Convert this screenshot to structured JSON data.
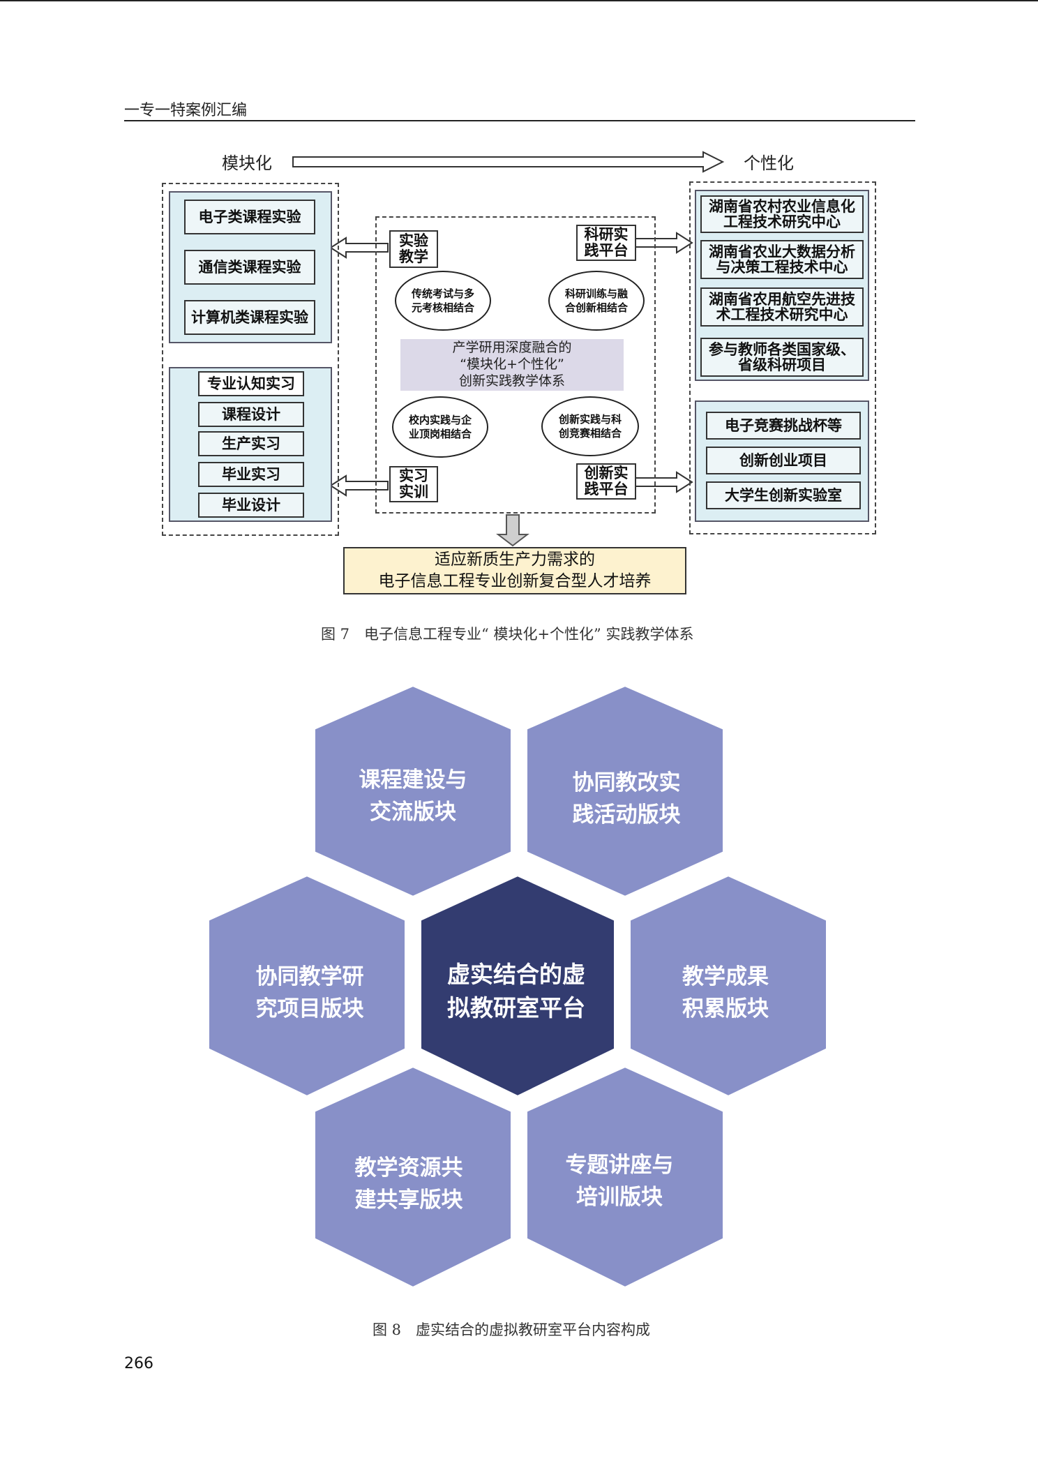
{
  "running_header": "一专一特案例汇编",
  "figure7": {
    "axis_left": "模块化",
    "axis_right": "个性化",
    "left_courses": [
      "电子类课程实验",
      "通信类课程实验",
      "计算机类课程实验"
    ],
    "left_practice": [
      "专业认知实习",
      "课程设计",
      "生产实习",
      "毕业实习",
      "毕业设计"
    ],
    "tag_experiment": "实验\n教学",
    "tag_training": "实习\n实训",
    "tag_research_platform": "科研实\n践平台",
    "tag_innovation_platform": "创新实\n践平台",
    "ellipses": {
      "top_left": "传统考试与多\n元考核相结合",
      "top_right": "科研训练与融\n合创新相结合",
      "bottom_left": "校内实践与企\n业顶岗相结合",
      "bottom_right": "创新实践与科\n创竞赛相结合"
    },
    "center_text": "产学研用深度融合的\n“模块化+个性化”\n创新实践教学体系",
    "right_research": [
      "湖南省农村农业信息化\n工程技术研究中心",
      "湖南省农业大数据分析\n与决策工程技术中心",
      "湖南省农用航空先进技\n术工程技术研究中心",
      "参与教师各类国家级、\n省级科研项目"
    ],
    "right_innovation": [
      "电子竞赛挑战杯等",
      "创新创业项目",
      "大学生创新实验室"
    ],
    "result_text": "适应新质生产力需求的\n电子信息工程专业创新复合型人才培养",
    "caption": "图 7　电子信息工程专业“ 模块化+个性化” 实践教学体系"
  },
  "figure8": {
    "center": "虚实结合的虚\n拟教研室平台",
    "top_left": "课程建设与\n交流版块",
    "top_right": "协同教改实\n践活动版块",
    "middle_left": "协同教学研\n究项目版块",
    "middle_right": "教学成果\n积累版块",
    "bottom_left": "教学资源共\n建共享版块",
    "bottom_right": "专题讲座与\n培训版块",
    "colors": {
      "outer": "#8890c8",
      "center": "#333c70",
      "text": "#ffffff"
    },
    "caption": "图 8　虚实结合的虚拟教研室平台内容构成"
  },
  "page_number": "266"
}
